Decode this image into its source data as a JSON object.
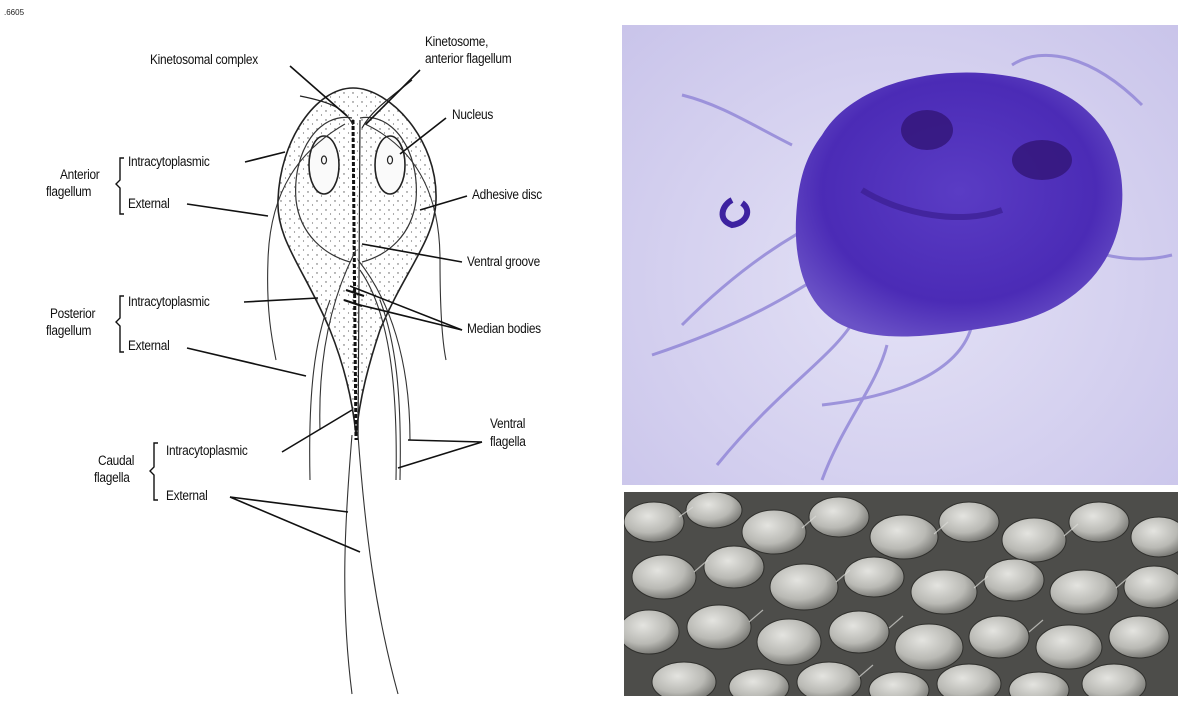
{
  "figure_code": ".6605",
  "diagram": {
    "labels": {
      "kinetosomal_complex": "Kinetosomal complex",
      "kinetosome_line1": "Kinetosome,",
      "kinetosome_line2": "anterior flagellum",
      "nucleus": "Nucleus",
      "adhesive_disc": "Adhesive disc",
      "ventral_groove": "Ventral groove",
      "median_bodies": "Median bodies",
      "ventral_flagella_line1": "Ventral",
      "ventral_flagella_line2": "flagella",
      "anterior_flagellum_line1": "Anterior",
      "anterior_flagellum_line2": "flagellum",
      "posterior_flagellum_line1": "Posterior",
      "posterior_flagellum_line2": "flagellum",
      "caudal_flagella_line1": "Caudal",
      "caudal_flagella_line2": "flagella",
      "intracytoplasmic_anterior": "Intracytoplasmic",
      "external_anterior": "External",
      "intracytoplasmic_posterior": "Intracytoplasmic",
      "external_posterior": "External",
      "intracytoplasmic_caudal": "Intracytoplasmic",
      "external_caudal": "External"
    }
  },
  "colors": {
    "stain_purple": "#4b2bb6",
    "micro_background": "#d6d2f0",
    "sem_background": "#4a4a48"
  }
}
